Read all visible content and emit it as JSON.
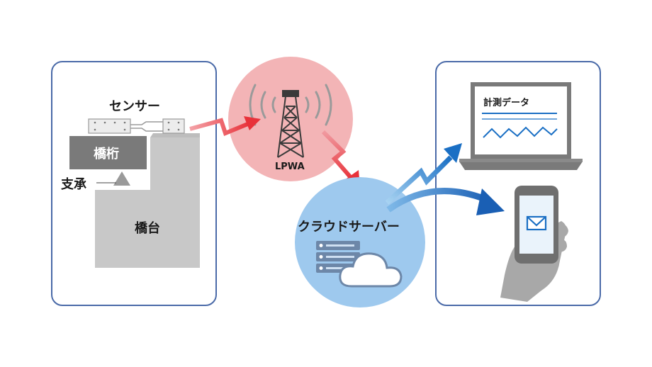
{
  "bridge": {
    "sensor_label": "センサー",
    "girder_label": "橋桁",
    "bearing_label": "支承",
    "abutment_label": "橋台"
  },
  "network": {
    "lpwa_label": "LPWA",
    "cloud_label": "クラウドサーバー"
  },
  "devices": {
    "laptop_title": "計測データ"
  },
  "colors": {
    "panel_border": "#4a6aa8",
    "lpwa_circle": "#f3b4b6",
    "cloud_circle": "#9ec9ee",
    "red_arrow": "#e8323a",
    "blue_arrow": "#1a6fc4"
  }
}
